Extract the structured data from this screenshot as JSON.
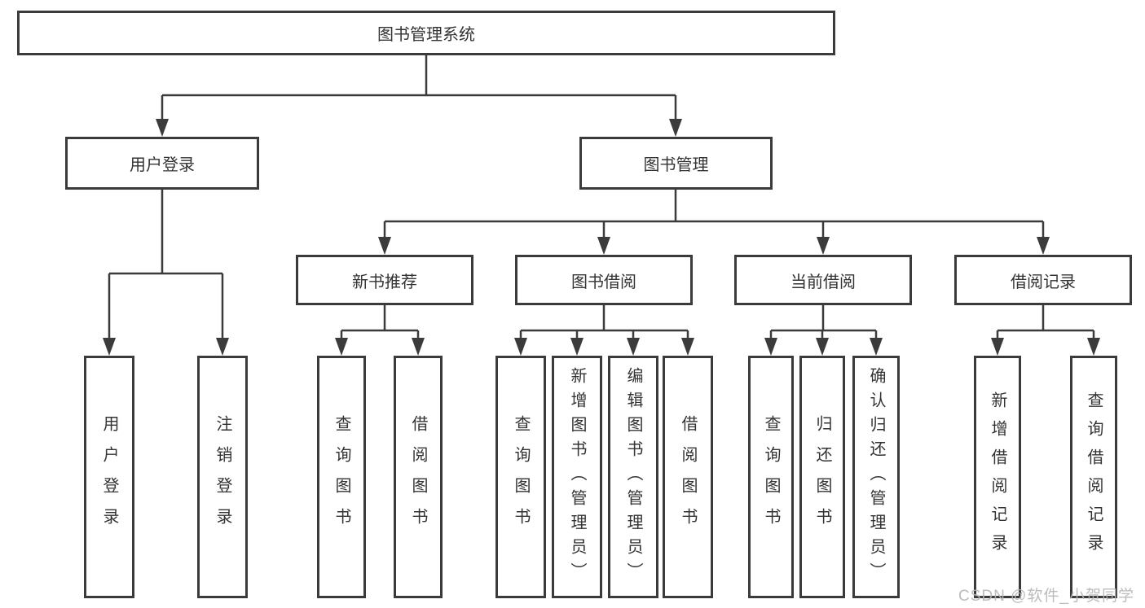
{
  "tree": {
    "label": "图书管理系统",
    "children": [
      {
        "label": "用户登录",
        "children": [
          {
            "label": "用户登录"
          },
          {
            "label": "注销登录"
          }
        ]
      },
      {
        "label": "图书管理",
        "children": [
          {
            "label": "新书推荐",
            "children": [
              {
                "label": "查询图书"
              },
              {
                "label": "借阅图书"
              }
            ]
          },
          {
            "label": "图书借阅",
            "children": [
              {
                "label": "查询图书"
              },
              {
                "label": "新增图书（管理员）"
              },
              {
                "label": "编辑图书（管理员）"
              },
              {
                "label": "借阅图书"
              }
            ]
          },
          {
            "label": "当前借阅",
            "children": [
              {
                "label": "查询图书"
              },
              {
                "label": "归还图书"
              },
              {
                "label": "确认归还（管理员）"
              }
            ]
          },
          {
            "label": "借阅记录",
            "children": [
              {
                "label": "新增借阅记录"
              },
              {
                "label": "查询借阅记录"
              }
            ]
          }
        ]
      }
    ]
  },
  "watermark": {
    "text": "CSDN @软件_小贺同学"
  },
  "colors": {
    "line": "#3b3b3b",
    "text": "#333333",
    "watermark": "#b5b5b5",
    "bg": "#ffffff"
  }
}
